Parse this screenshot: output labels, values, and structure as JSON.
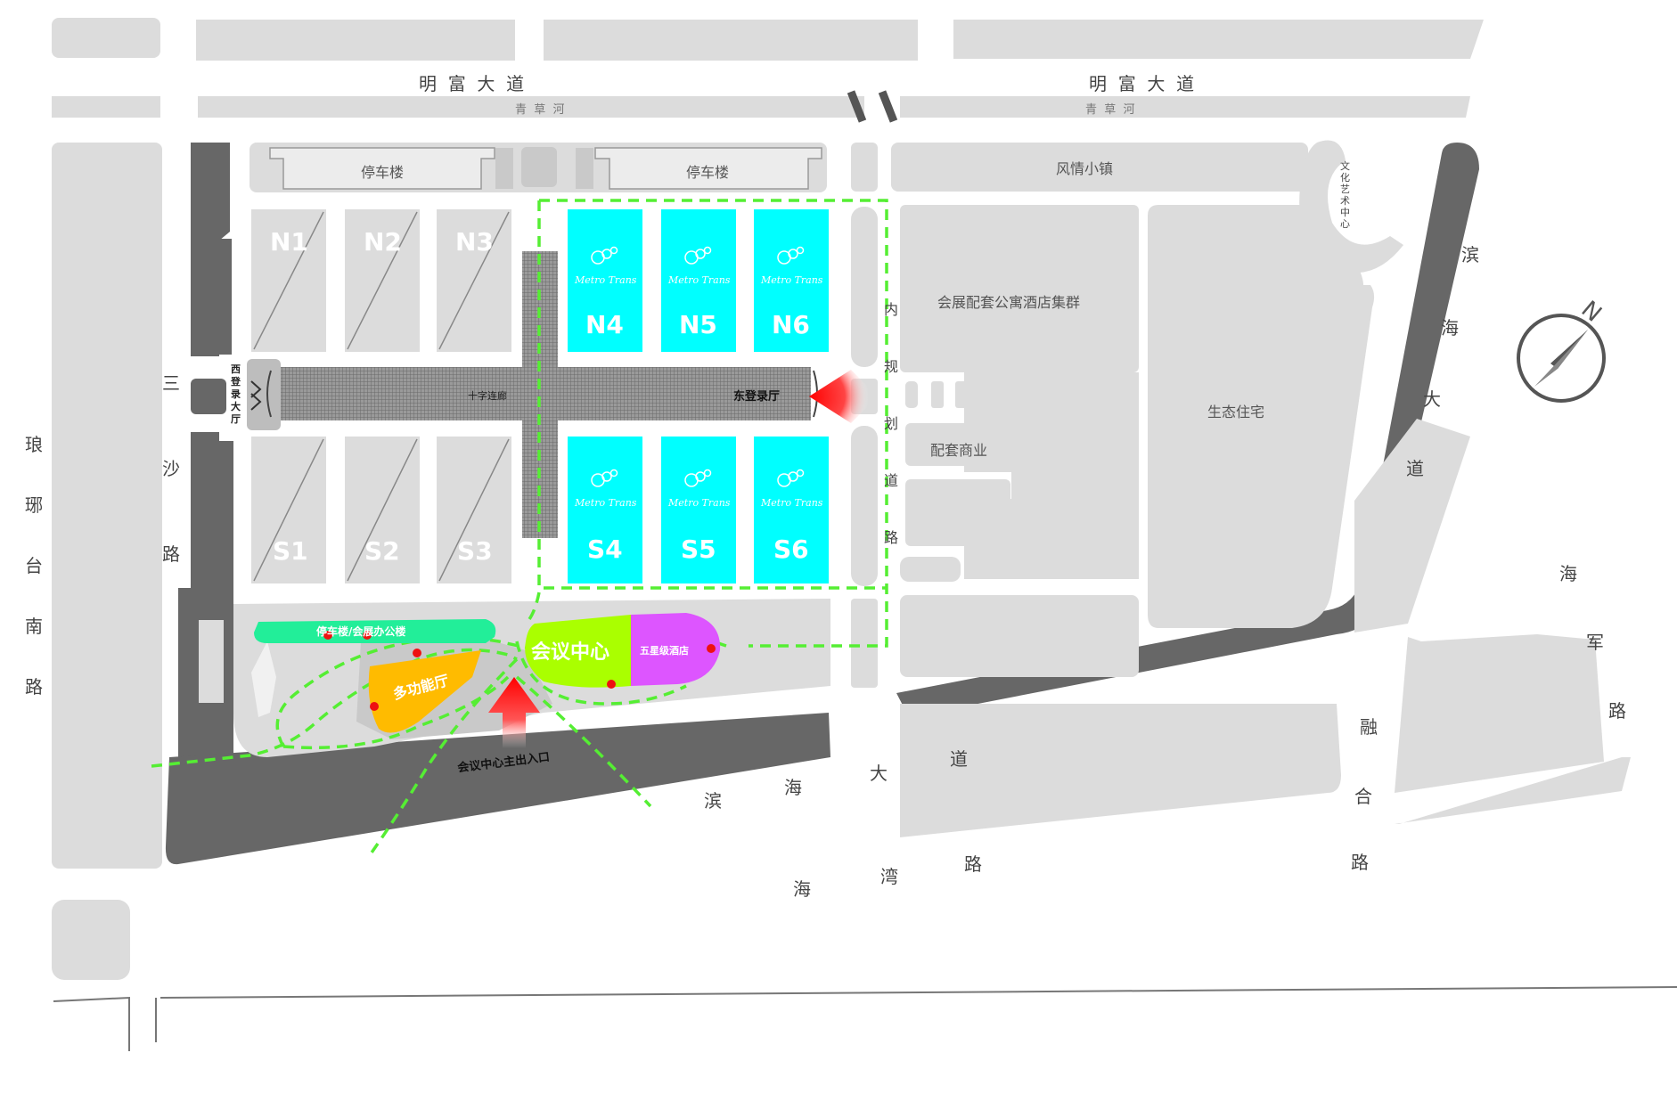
{
  "roads": {
    "mingfu_left": "明  富  大  道",
    "mingfu_right": "明  富  大  道",
    "qingcao_left": "青  草  河",
    "qingcao_right": "青  草  河",
    "langya": [
      "琅",
      "琊",
      "台",
      "南",
      "路"
    ],
    "sansha": [
      "三",
      "沙",
      "路"
    ],
    "neigui": [
      "内",
      "规",
      "划",
      "道",
      "路"
    ],
    "binhai_diag": [
      "滨",
      "海",
      "大",
      "道"
    ],
    "binhai_bottom": [
      "滨",
      "海",
      "大",
      "道"
    ],
    "haiwan": [
      "海",
      "湾",
      "路"
    ],
    "haijun": [
      "海",
      "军",
      "路"
    ],
    "ronghe": [
      "融",
      "合",
      "路"
    ]
  },
  "blocks": {
    "parking_left": "停车楼",
    "parking_right": "停车楼",
    "fengqing": "风情小镇",
    "culture": [
      "文",
      "化",
      "艺",
      "术",
      "中",
      "心"
    ],
    "apartment": "会展配套公寓酒店集群",
    "eco": "生态住宅",
    "commerce": "配套商业"
  },
  "halls": {
    "north_gray": [
      "N1",
      "N2",
      "N3"
    ],
    "south_gray": [
      "S1",
      "S2",
      "S3"
    ],
    "north_cyan": [
      "N4",
      "N5",
      "N6"
    ],
    "south_cyan": [
      "S4",
      "S5",
      "S6"
    ],
    "logo_text": "Metro Trans"
  },
  "corridor": {
    "label": "十字连廊",
    "west_lobby": [
      "西",
      "登",
      "录",
      "大",
      "厅"
    ],
    "east_lobby": "东登录厅"
  },
  "conference": {
    "parking_office": "停车楼/会展办公楼",
    "multi_hall": "多功能厅",
    "center": "会议中心",
    "hotel": "五星级酒店",
    "main_entrance": "会议中心主出入口"
  },
  "compass": {
    "letter": "N"
  },
  "colors": {
    "hall_cyan": "#00ffff",
    "conference_green": "#aaff00",
    "hotel_purple": "#dd55ff",
    "multi_orange": "#ffbb00",
    "route_green": "#55ee33",
    "office_teal": "#22ee99",
    "block_gray": "#dcdcdc",
    "road_dark": "#676767",
    "arrow_red": "#ff0000"
  }
}
